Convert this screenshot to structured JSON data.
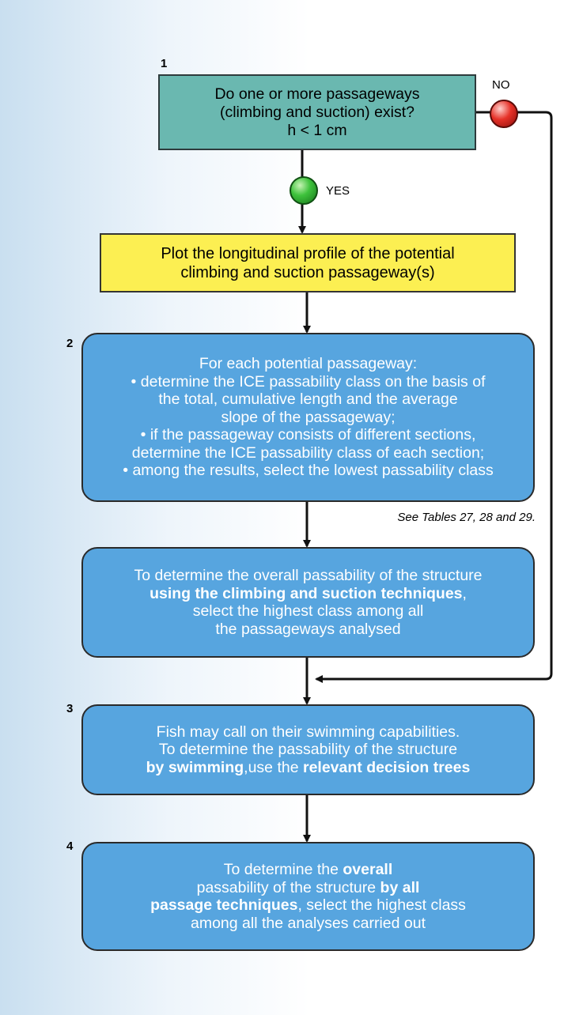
{
  "steps": {
    "step1_number": "1",
    "step2_number": "2",
    "step3_number": "3",
    "step4_number": "4"
  },
  "question_box": {
    "lines": [
      "Do one or more passageways",
      "(climbing and suction) exist?",
      "h < 1 cm"
    ]
  },
  "branches": {
    "yes_label": "YES",
    "no_label": "NO",
    "yes_color": "#3ec23c",
    "no_color": "#e63128"
  },
  "plot_box": {
    "lines": [
      "Plot the longitudinal profile of the potential",
      "climbing and suction passageway(s)"
    ]
  },
  "step2_box": {
    "lines": [
      "For each potential passageway:",
      "• determine the ICE passability class on the basis of",
      "the total, cumulative length and the average",
      "slope of the passageway;",
      "• if the passageway consists of different sections,",
      "determine the ICE passability class of each section;",
      "• among the results, select the lowest passability class"
    ]
  },
  "tables_note": "See Tables 27, 28 and 29.",
  "climbing_box": {
    "line1": "To determine the overall passability of the structure",
    "line2_bold": "using the climbing and suction techniques",
    "line2_after": ",",
    "line3": "select the highest class among all",
    "line4": "the passageways analysed"
  },
  "step3_box": {
    "line1": "Fish may call on their swimming capabilities.",
    "line2": "To determine the passability of the structure",
    "line3_bold1": "by swimming",
    "line3_mid": ",use the ",
    "line3_bold2": "relevant decision trees"
  },
  "step4_box": {
    "line1_pre": "To determine the ",
    "line1_bold": "overall",
    "line2_pre": "passability of the structure ",
    "line2_bold": "by all",
    "line3_bold": "passage techniques",
    "line3_after": ", select the highest class",
    "line4": "among all the analyses carried out"
  },
  "colors": {
    "question_fill": "#6ab8b0",
    "plot_fill": "#fcef52",
    "step_fill": "#57a5df"
  }
}
